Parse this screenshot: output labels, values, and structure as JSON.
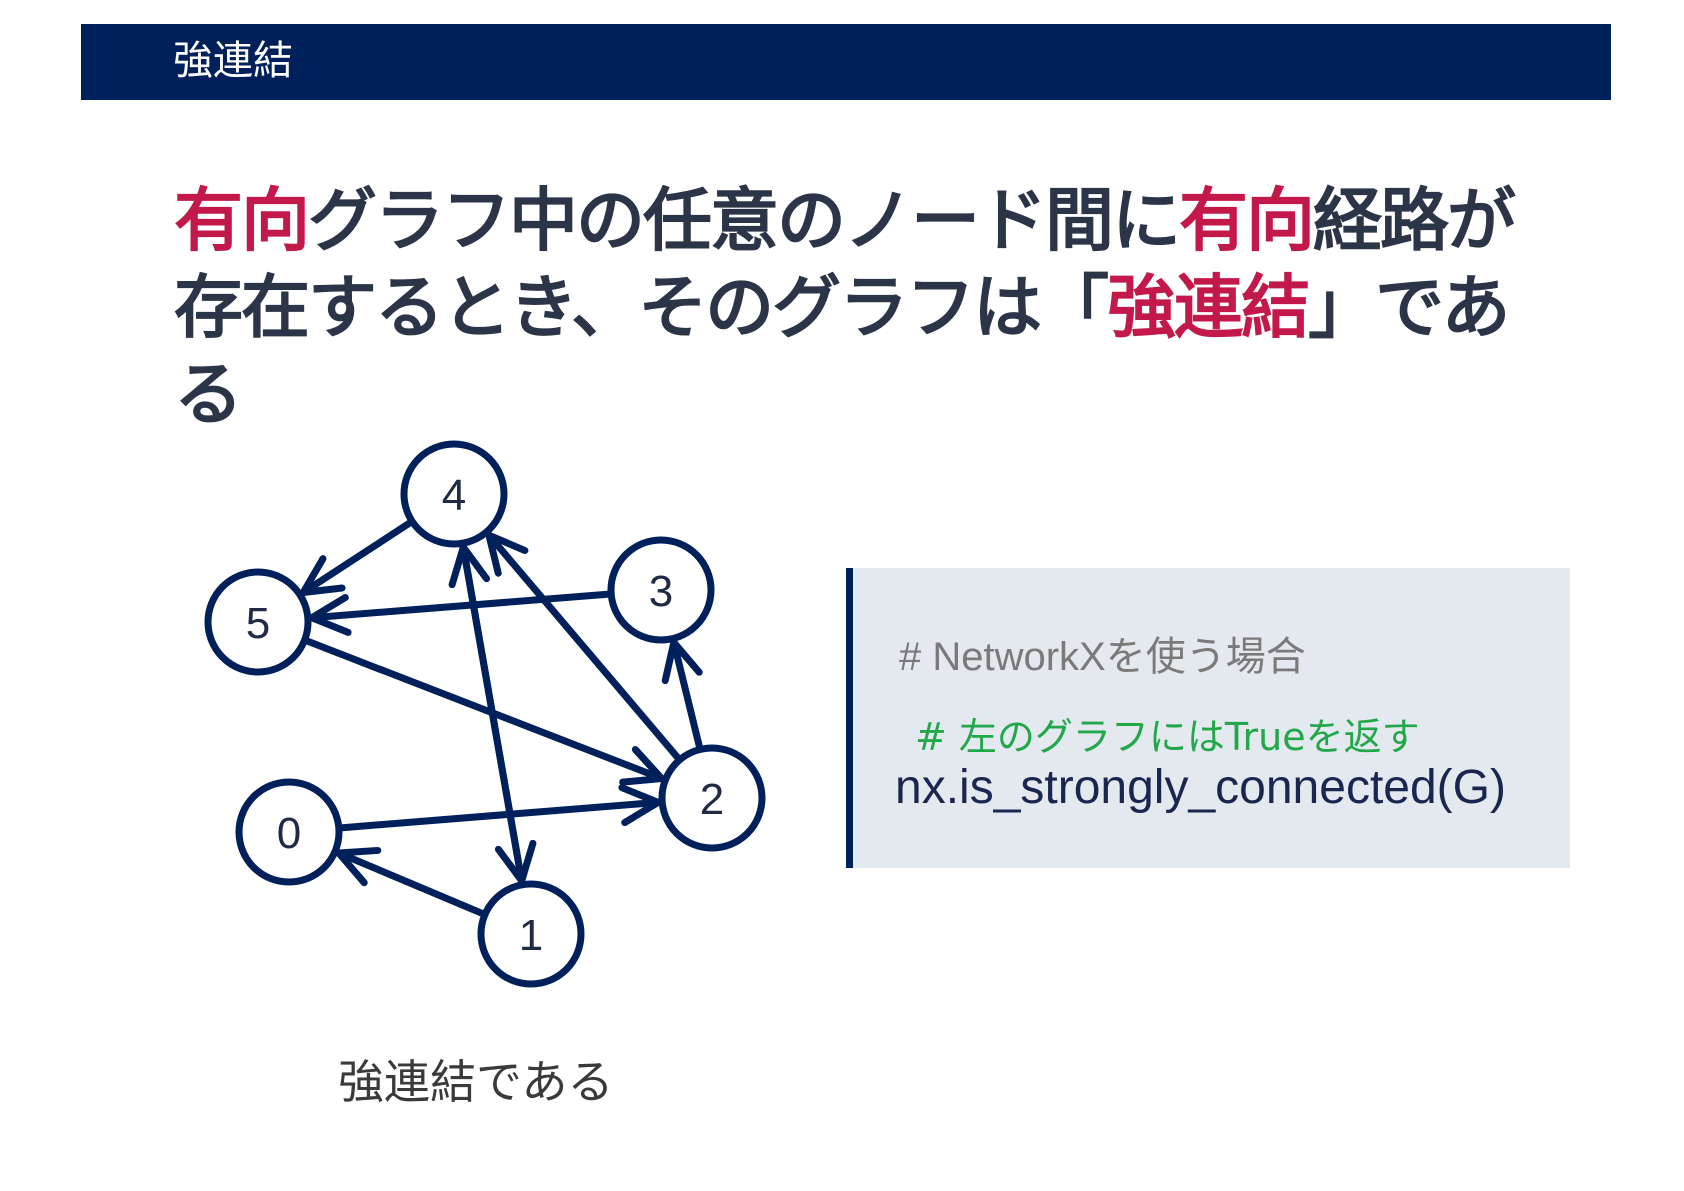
{
  "header": {
    "title": "強連結"
  },
  "headline": {
    "line1": [
      {
        "text": "有向",
        "highlight": true
      },
      {
        "text": "グラフ中の任意のノード間に",
        "highlight": false
      },
      {
        "text": "有向",
        "highlight": true
      },
      {
        "text": "経路が",
        "highlight": false
      }
    ],
    "line2": [
      {
        "text": "存在するとき、そのグラフは「",
        "highlight": false
      },
      {
        "text": "強連結",
        "highlight": true
      },
      {
        "text": "」である",
        "highlight": false
      }
    ]
  },
  "graph": {
    "nodes": [
      {
        "id": "0",
        "label": "0"
      },
      {
        "id": "1",
        "label": "1"
      },
      {
        "id": "2",
        "label": "2"
      },
      {
        "id": "3",
        "label": "3"
      },
      {
        "id": "4",
        "label": "4"
      },
      {
        "id": "5",
        "label": "5"
      }
    ],
    "edges": [
      {
        "from": "4",
        "to": "5"
      },
      {
        "from": "3",
        "to": "5"
      },
      {
        "from": "5",
        "to": "2"
      },
      {
        "from": "2",
        "to": "4"
      },
      {
        "from": "2",
        "to": "3"
      },
      {
        "from": "0",
        "to": "2"
      },
      {
        "from": "1",
        "to": "0"
      },
      {
        "from": "1",
        "to": "4"
      },
      {
        "from": "4",
        "to": "1"
      }
    ],
    "caption": "強連結である"
  },
  "code": {
    "comment1": "# NetworkXを使う場合",
    "comment2": "# 左のグラフにはTrueを返す",
    "line": "nx.is_strongly_connected(G)"
  },
  "colors": {
    "navy": "#00205b",
    "highlight": "#c3184a",
    "comment_green": "#22a84a",
    "code_bg": "#e4e8ef"
  }
}
